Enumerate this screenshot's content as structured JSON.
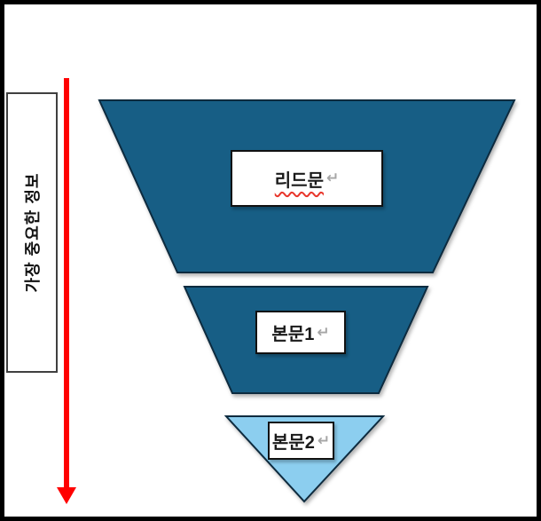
{
  "frame": {
    "border_color": "#000000",
    "background_color": "#ffffff"
  },
  "side_label": {
    "text": "가장 중요한 정보"
  },
  "arrow": {
    "color": "#ff0000",
    "direction": "down"
  },
  "funnel": {
    "outline_color": "#0d2b3f",
    "levels": [
      {
        "label": "리드문",
        "return_mark": "↵",
        "fill": "#175e85",
        "spellcheck_underline": true
      },
      {
        "label": "본문1",
        "return_mark": "↵",
        "fill": "#175e85",
        "spellcheck_underline": false
      },
      {
        "label": "본문2",
        "return_mark": "↵",
        "fill": "#8cceef",
        "spellcheck_underline": false
      }
    ]
  }
}
